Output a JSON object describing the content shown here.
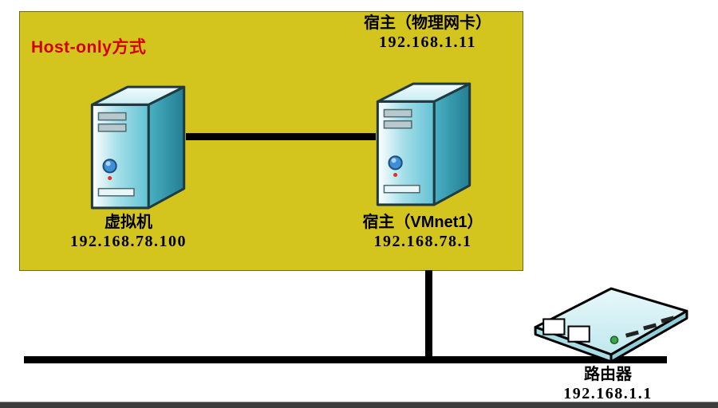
{
  "zone": {
    "label": "Host-only方式"
  },
  "nodes": {
    "host_physical": {
      "label": "宿主（物理网卡）",
      "ip": "192.168.1.11"
    },
    "vm": {
      "label": "虚拟机",
      "ip": "192.168.78.100"
    },
    "host_vmnet1": {
      "label": "宿主（VMnet1）",
      "ip": "192.168.78.1"
    },
    "router": {
      "label": "路由器",
      "ip": "192.168.1.1"
    }
  },
  "icons": {
    "vm_computer": "computer-tower-icon",
    "host_computer": "computer-tower-icon",
    "router": "router-icon"
  },
  "colors": {
    "zone_bg": "#d3c41e",
    "zone_border": "#6f6a14",
    "host_only_label": "#d40000",
    "link_line": "#000000",
    "tower_front": "#8fd6e2",
    "tower_side": "#2f8fa2",
    "router_body": "#cdeef3",
    "bottom_bar": "#3c3c3c"
  }
}
